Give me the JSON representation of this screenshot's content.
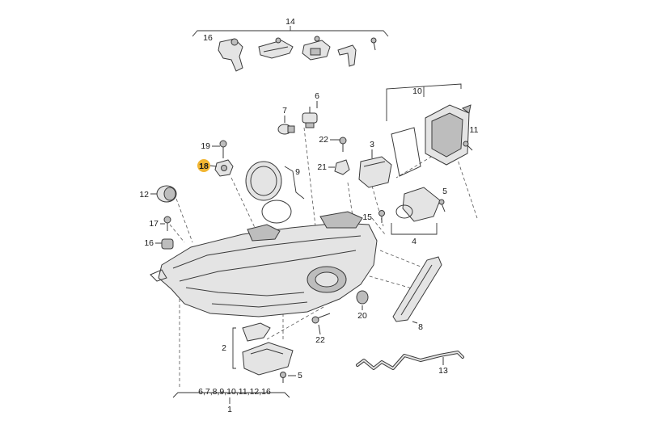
{
  "labels": {
    "l1": "1",
    "l2": "2",
    "l3": "3",
    "l4": "4",
    "l5a": "5",
    "l5b": "5",
    "l6": "6",
    "l7": "7",
    "l8": "8",
    "l9": "9",
    "l10": "10",
    "l11": "11",
    "l12": "12",
    "l13": "13",
    "l14": "14",
    "l15": "15",
    "l16a": "16",
    "l16b": "16",
    "l17": "17",
    "l18": "18",
    "l19": "19",
    "l20": "20",
    "l21": "21",
    "l22a": "22",
    "l22b": "22",
    "group1": "6,7,8,9,10,11,12,16"
  },
  "highlight_color": "#f2b632"
}
